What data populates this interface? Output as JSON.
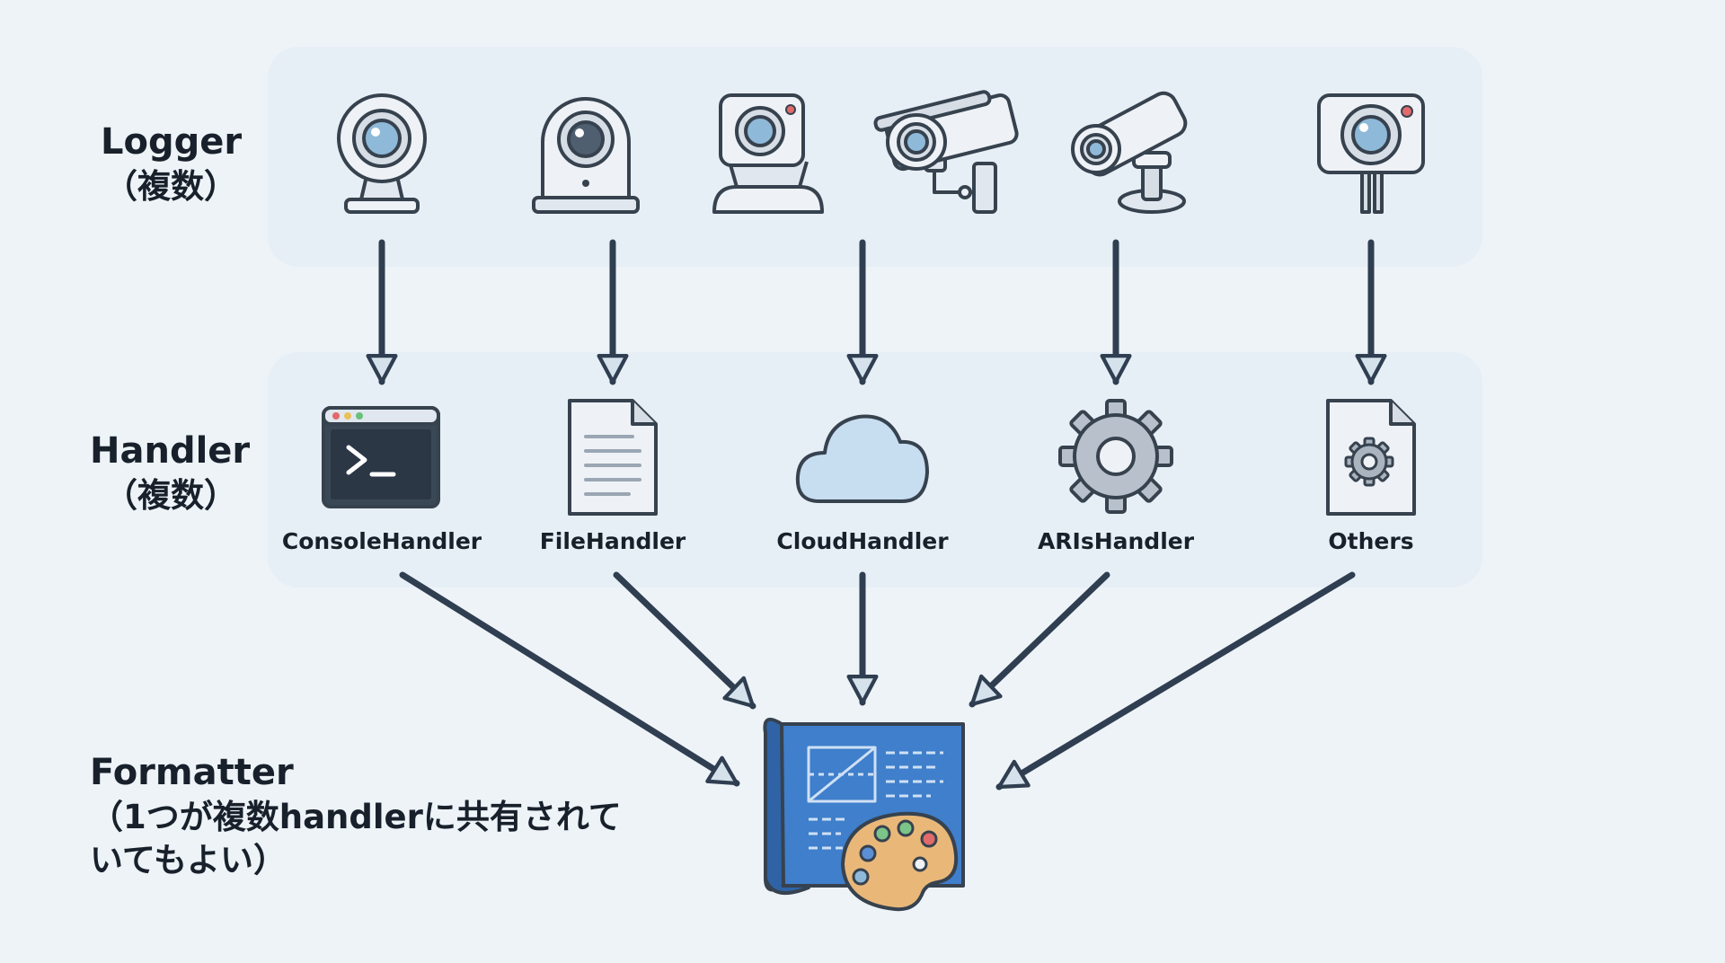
{
  "logger": {
    "title": "Logger",
    "subtitle": "（複数）"
  },
  "handler": {
    "title": "Handler",
    "subtitle": "（複数）",
    "items": [
      "ConsoleHandler",
      "FileHandler",
      "CloudHandler",
      "ARIsHandler",
      "Others"
    ]
  },
  "formatter": {
    "title": "Formatter",
    "note_line1": "（1つが複数handlerに共有されて",
    "note_line2": "いてもよい）"
  },
  "icons": {
    "loggers": [
      "webcam-icon",
      "dome-camera-icon",
      "compact-camera-icon",
      "cctv-camera-icon",
      "bullet-camera-icon",
      "pole-camera-icon"
    ],
    "handlers": [
      "terminal-icon",
      "document-icon",
      "cloud-icon",
      "gear-icon",
      "settings-file-icon"
    ],
    "formatter": "blueprint-palette-icon"
  },
  "colors": {
    "arrow": "#2f3e50",
    "arrowhead_fill": "#d5e2ec",
    "icon_stroke": "#37424f",
    "icon_fill": "#eef2f6",
    "lens": "#8fb9d8",
    "blueprint": "#3f7fcb",
    "palette": "#e9b879"
  }
}
